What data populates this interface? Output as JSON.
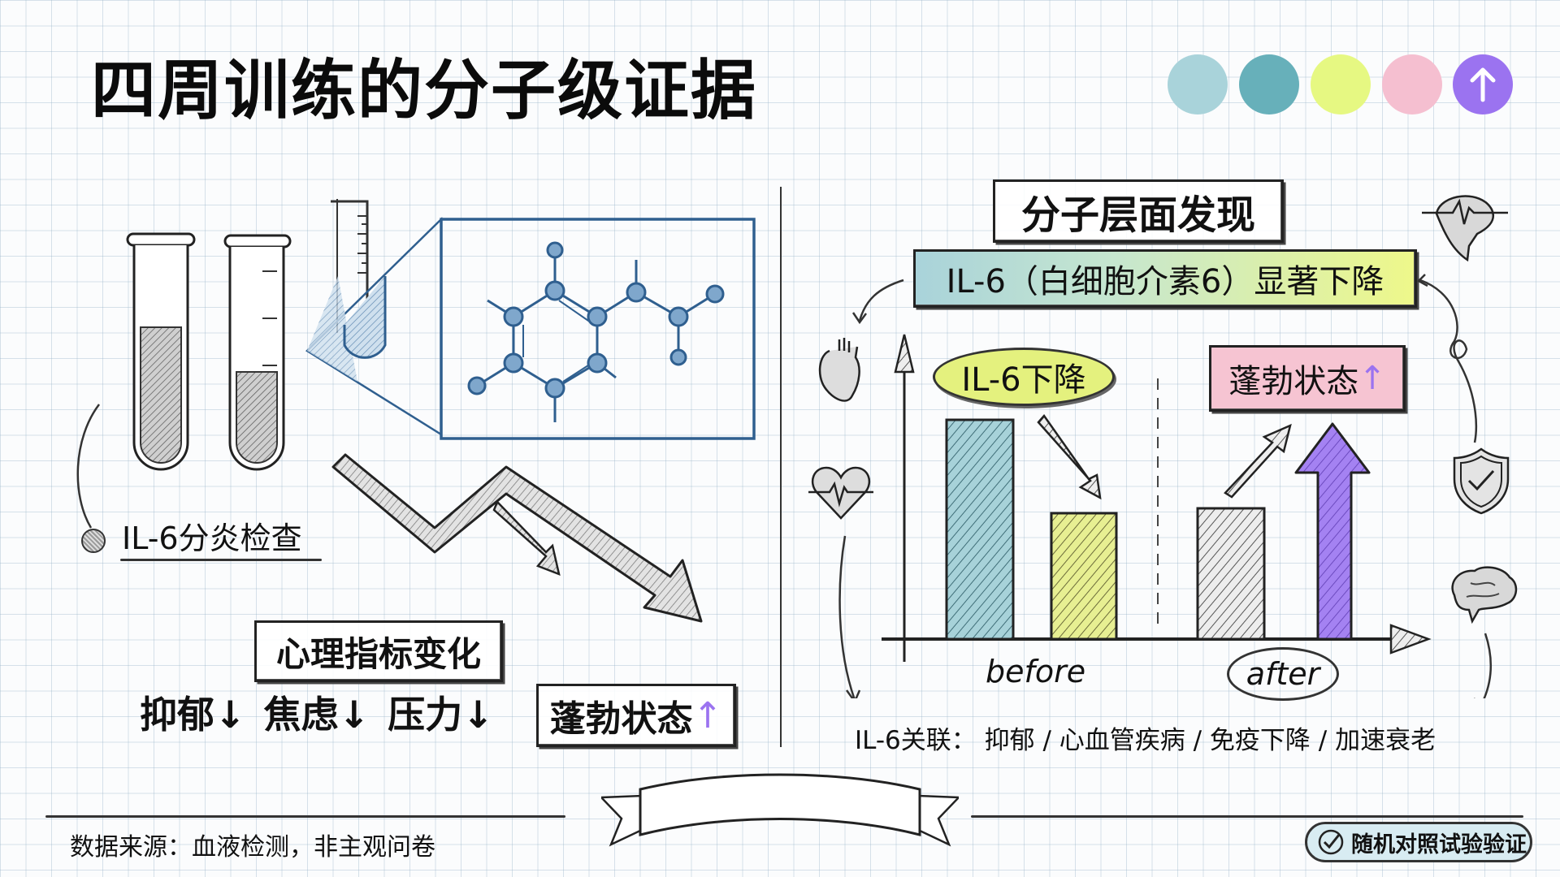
{
  "header": {
    "title": "四周训练的分子级证据",
    "palette": [
      {
        "name": "light-teal",
        "color": "#a9d3da"
      },
      {
        "name": "teal",
        "color": "#67b0ba"
      },
      {
        "name": "lime",
        "color": "#e6f882"
      },
      {
        "name": "pink",
        "color": "#f5bfd0"
      },
      {
        "name": "purple",
        "color": "#9b73f0",
        "icon": "arrow-up-icon"
      }
    ]
  },
  "left": {
    "test_label": "IL-6分炎检查",
    "psych_title": "心理指标变化",
    "psych_items": [
      "抑郁↓",
      "焦虑↓",
      "压力↓"
    ],
    "erection_label": "蓬勃状态",
    "erection_arrow": "↑"
  },
  "right": {
    "section_title": "分子层面发现",
    "banner": "IL-6（白细胞介素6）显著下降",
    "il6_bubble": "IL-6下降",
    "erection_box": "蓬勃状态",
    "erection_arrow": "↑",
    "x_labels": [
      "before",
      "after"
    ],
    "association": "IL-6关联： 抑郁 / 心血管疾病 / 免疫下降 / 加速衰老",
    "icons": [
      "anatomical-heart-icon",
      "heartbeat-icon",
      "brain-pulse-icon",
      "shield-check-icon",
      "brain-icon"
    ]
  },
  "footer": {
    "source": "数据来源：血液检测，非主观问卷",
    "badge": "随机对照试验验证"
  },
  "colors": {
    "bar_before_il6": "#9fcfd6",
    "bar_after_il6": "#e4ec8c",
    "bar_before_state": "#d9d9d9",
    "bar_after_state": "#9b73f0",
    "banner_from": "#a9d3da",
    "banner_to": "#eef88a",
    "pink_box": "#f6c4d2",
    "bubble": "#e4f17e",
    "molecule": "#2f5f8f"
  },
  "chart_data": {
    "type": "bar",
    "title": "IL-6（白细胞介素6）显著下降",
    "categories": [
      "before",
      "after"
    ],
    "series": [
      {
        "name": "IL-6",
        "values": [
          100,
          60
        ]
      },
      {
        "name": "蓬勃状态",
        "values": [
          62,
          100
        ]
      }
    ],
    "annotations": [
      "IL-6下降",
      "蓬勃状态↑"
    ],
    "xlabel": "",
    "ylabel": "",
    "grid": false
  }
}
